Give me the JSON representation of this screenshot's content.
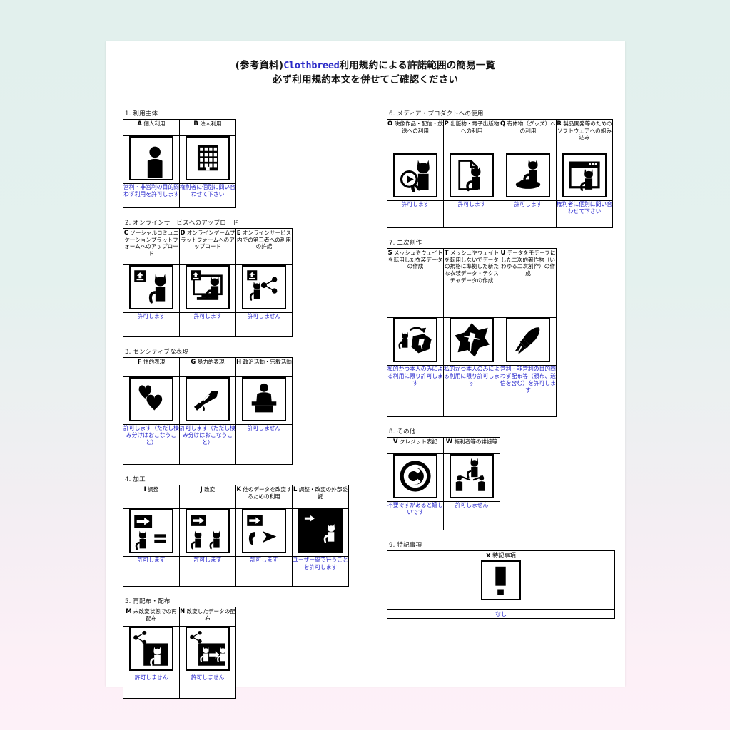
{
  "title": {
    "line1_pre": "(参考資料)",
    "brand": "Clothbreed",
    "line1_post": "利用規約による許諾範囲の簡易一覧",
    "line2": "必ず利用規約本文を併せてご確認ください"
  },
  "colors": {
    "accent_blue": "#2222cc",
    "brand_blue": "#2b2bc8",
    "page": "#ffffff",
    "bg_top": "#e2f0ed",
    "bg_bottom": "#fdf1f8"
  },
  "sections": [
    {
      "id": "sec1",
      "number": "1.",
      "title": "1. 利用主体",
      "column": "left",
      "cells": [
        {
          "key": "A",
          "head": "個人利用",
          "icon": "person-icon",
          "result": "営利・非営利の目的問わず利用を許可します"
        },
        {
          "key": "B",
          "head": "法人利用",
          "icon": "building-icon",
          "result": "権利者に個別に問い合わせて下さい"
        }
      ]
    },
    {
      "id": "sec2",
      "number": "2.",
      "title": "2. オンラインサービスへのアップロード",
      "column": "left",
      "cells": [
        {
          "key": "C",
          "head": "ソーシャルコミュニケーションプラットフォームへのアップロード",
          "icon": "upload-cat-icon",
          "result": "許可します"
        },
        {
          "key": "D",
          "head": "オンラインゲームプラットフォームへのアップロード",
          "icon": "upload-monitor-cat-icon",
          "result": "許可します"
        },
        {
          "key": "E",
          "head": "オンラインサービス内での第三者への利用の許諾",
          "icon": "share-cat-icon",
          "result": "許可しません"
        }
      ]
    },
    {
      "id": "sec3",
      "number": "3.",
      "title": "3. センシティブな表現",
      "column": "left",
      "cells": [
        {
          "key": "F",
          "head": "性的表現",
          "icon": "hearts-icon",
          "result": "許可します（ただし棲み分けはおこなうこと）"
        },
        {
          "key": "G",
          "head": "暴力的表現",
          "icon": "knife-icon",
          "result": "許可します（ただし棲み分けはおこなうこと）"
        },
        {
          "key": "H",
          "head": "政治活動・宗教活動",
          "icon": "podium-icon",
          "result": "許可しません"
        }
      ]
    },
    {
      "id": "sec4",
      "number": "4.",
      "title": "4. 加工",
      "column": "left",
      "cells": [
        {
          "key": "I",
          "head": "調整",
          "icon": "arrow-cat-equal-icon",
          "result": "許可します"
        },
        {
          "key": "J",
          "head": "改変",
          "icon": "arrow-cat-cat-icon",
          "result": "許可します"
        },
        {
          "key": "K",
          "head": "他のデータを改変するための利用",
          "icon": "arrow-cat-shape-icon",
          "result": "許可します"
        },
        {
          "key": "L",
          "head": "調整・改変の外部委託",
          "icon": "two-cats-split-icon",
          "result": "ユーザー間で行うことを許可します"
        }
      ]
    },
    {
      "id": "sec5",
      "number": "5.",
      "title": "5. 再配布・配布",
      "column": "left",
      "cells": [
        {
          "key": "M",
          "head": "未改変状態での再配布",
          "icon": "share-cat-split-icon",
          "result": "許可しません"
        },
        {
          "key": "N",
          "head": "改変したデータの配布",
          "icon": "share-cat-arrow-cat-icon",
          "result": "許可しません"
        }
      ]
    },
    {
      "id": "sec6",
      "number": "6.",
      "title": "6. メディア・プロダクトへの使用",
      "column": "right",
      "cells": [
        {
          "key": "O",
          "head": "映像作品・配信・放送への利用",
          "icon": "play-cat-icon",
          "result": "許可します"
        },
        {
          "key": "P",
          "head": "出版物・電子出版物への利用",
          "icon": "page-cat-icon",
          "result": "許可します"
        },
        {
          "key": "Q",
          "head": "有体物（グッズ）への利用",
          "icon": "goods-cat-icon",
          "result": "許可します"
        },
        {
          "key": "R",
          "head": "製品開発等のためのソフトウェアへの組み込み",
          "icon": "window-cat-icon",
          "result": "権利者に個別に問い合わせて下さい"
        }
      ]
    },
    {
      "id": "sec7",
      "number": "7.",
      "title": "7. 二次創作",
      "column": "right",
      "cells": [
        {
          "key": "S",
          "head": "メッシュやウェイトを転用した衣装データの作成",
          "icon": "cat-to-mesh-icon",
          "result": "私的かつ本人のみによる利用に限り許可します"
        },
        {
          "key": "T",
          "head": "メッシュやウェイトを転用しないでデータの規格に準拠した新たな衣装データ・テクスチャデータの作成",
          "icon": "mesh-burst-icon",
          "result": "私的かつ本人のみによる利用に限り許可します"
        },
        {
          "key": "U",
          "head": "データをモチーフにした二次的著作物（いわゆる二次創作）の作成",
          "icon": "paintbrush-icon",
          "result": "営利・非営利の目的問わず配布等（頒布、送信を含む）を許可します"
        }
      ]
    },
    {
      "id": "sec8",
      "number": "8.",
      "title": "8. その他",
      "column": "right",
      "cells": [
        {
          "key": "V",
          "head": "クレジット表記",
          "icon": "copyright-icon",
          "result": "不要ですがあると嬉しいです"
        },
        {
          "key": "W",
          "head": "権利者等の誹謗等",
          "icon": "slander-icon",
          "result": "許可しません"
        }
      ]
    },
    {
      "id": "sec9",
      "number": "9.",
      "title": "9. 特記事項",
      "column": "right",
      "cells": [
        {
          "key": "X",
          "head": "特記事項",
          "icon": "exclamation-icon",
          "result": "なし"
        }
      ]
    }
  ]
}
